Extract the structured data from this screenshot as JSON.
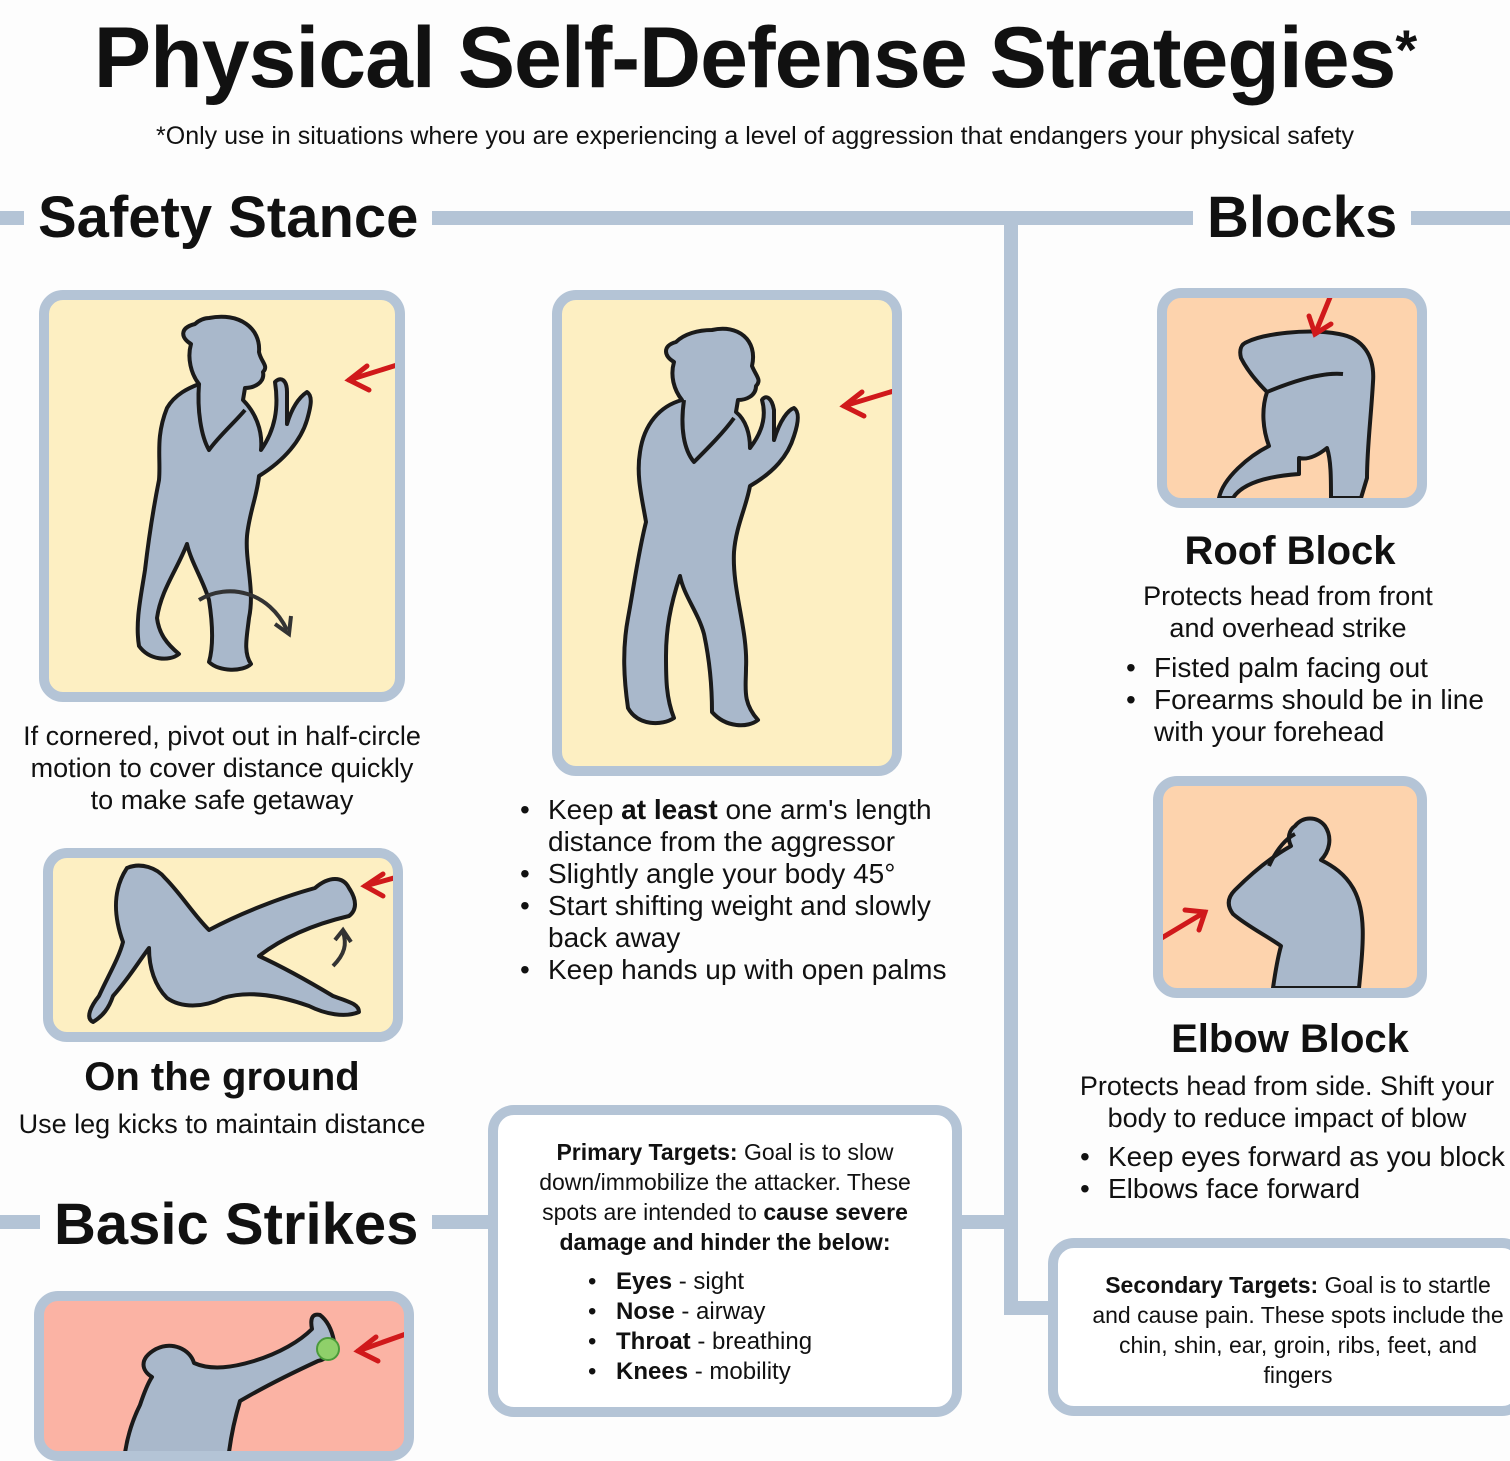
{
  "header": {
    "title": "Physical Self-Defense Strategies",
    "asterisk": "*",
    "subtitle": "*Only use in situations where you are experiencing a level of aggression that endangers your physical safety"
  },
  "safety_stance": {
    "heading": "Safety Stance",
    "pivot_caption": "If cornered, pivot out in half-circle motion to cover distance quickly to make safe getaway",
    "bullets": [
      {
        "pre": "Keep ",
        "bold": "at least",
        "post": " one arm's length distance from the aggressor"
      },
      {
        "pre": "Slightly angle your body 45°",
        "bold": "",
        "post": ""
      },
      {
        "pre": "Start shifting weight and slowly back away",
        "bold": "",
        "post": ""
      },
      {
        "pre": "Keep hands up with open palms",
        "bold": "",
        "post": ""
      }
    ],
    "ground": {
      "title": "On the ground",
      "caption": "Use leg kicks to maintain distance"
    }
  },
  "blocks": {
    "heading": "Blocks",
    "roof": {
      "title": "Roof Block",
      "desc": "Protects head from front and overhead strike",
      "bullets": [
        "Fisted palm facing out",
        "Forearms should be in line with your forehead"
      ]
    },
    "elbow": {
      "title": "Elbow Block",
      "desc": "Protects head from side. Shift your body to reduce impact of blow",
      "bullets": [
        "Keep eyes forward as you block",
        "Elbows face forward"
      ]
    }
  },
  "basic_strikes": {
    "heading": "Basic Strikes"
  },
  "primary_targets": {
    "label": "Primary Targets:",
    "intro": "Goal is to slow down/immobilize the attacker. These spots are intended to ",
    "intro_bold": "cause severe damage and hinder the below:",
    "items": [
      {
        "name": "Eyes",
        "desc": " - sight"
      },
      {
        "name": "Nose",
        "desc": " - airway"
      },
      {
        "name": "Throat",
        "desc": " - breathing"
      },
      {
        "name": "Knees",
        "desc": " - mobility"
      }
    ]
  },
  "secondary_targets": {
    "label": "Secondary Targets:",
    "text": "Goal is to startle and cause pain. These spots include the chin, shin, ear, groin, ribs, feet, and fingers"
  },
  "colors": {
    "figure": "#a9b8cb",
    "outline": "#1a1a1a",
    "arrow": "#d0191b",
    "frame": "#b4c4d6",
    "yellow_panel": "#fdefc2",
    "peach_panel": "#fdd3ad",
    "salmon_panel": "#fbb3a4"
  },
  "icons": [
    "red-arrow-icon",
    "pivot-arrow-icon",
    "kick-arrow-icon",
    "target-dot-icon"
  ]
}
